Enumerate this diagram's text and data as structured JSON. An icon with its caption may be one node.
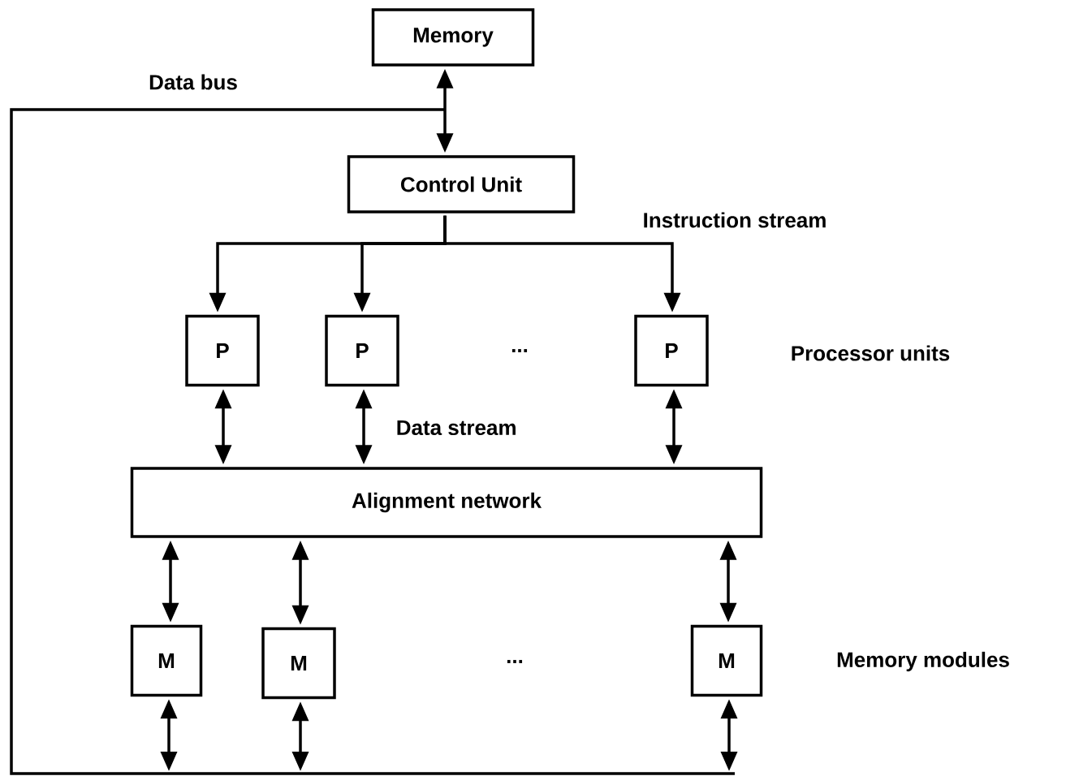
{
  "diagram": {
    "nodes": [
      {
        "text": [
          "Memory"
        ]
      },
      {
        "text": [
          "Control Unit"
        ]
      },
      {
        "text": [
          "P"
        ]
      },
      {
        "text": [
          "P"
        ]
      },
      {
        "text": [
          "P"
        ]
      },
      {
        "text": [
          "Alignment network"
        ]
      },
      {
        "text": [
          "M"
        ]
      },
      {
        "text": [
          "M"
        ]
      },
      {
        "text": [
          "M"
        ]
      }
    ],
    "edges": [
      {
        "from": 0,
        "to": 1,
        "arrow": "both"
      },
      {
        "from": 1,
        "to": 2,
        "arrow": "to"
      },
      {
        "from": 1,
        "to": 3,
        "arrow": "to"
      },
      {
        "from": 1,
        "to": 4,
        "arrow": "to"
      },
      {
        "from": 2,
        "to": 5,
        "arrow": "both"
      },
      {
        "from": 3,
        "to": 5,
        "arrow": "both"
      },
      {
        "from": 4,
        "to": 5,
        "arrow": "both"
      },
      {
        "from": 5,
        "to": 6,
        "arrow": "both"
      },
      {
        "from": 5,
        "to": 7,
        "arrow": "both"
      },
      {
        "from": 5,
        "to": 8,
        "arrow": "both"
      },
      {
        "from": 6,
        "to": null,
        "arrow": "both"
      },
      {
        "from": 7,
        "to": null,
        "arrow": "both"
      },
      {
        "from": 8,
        "to": null,
        "arrow": "both"
      }
    ],
    "labels": [
      "Data bus",
      "Instruction stream",
      "...",
      "Processor units",
      "Data stream",
      "...",
      "Memory modules"
    ]
  }
}
